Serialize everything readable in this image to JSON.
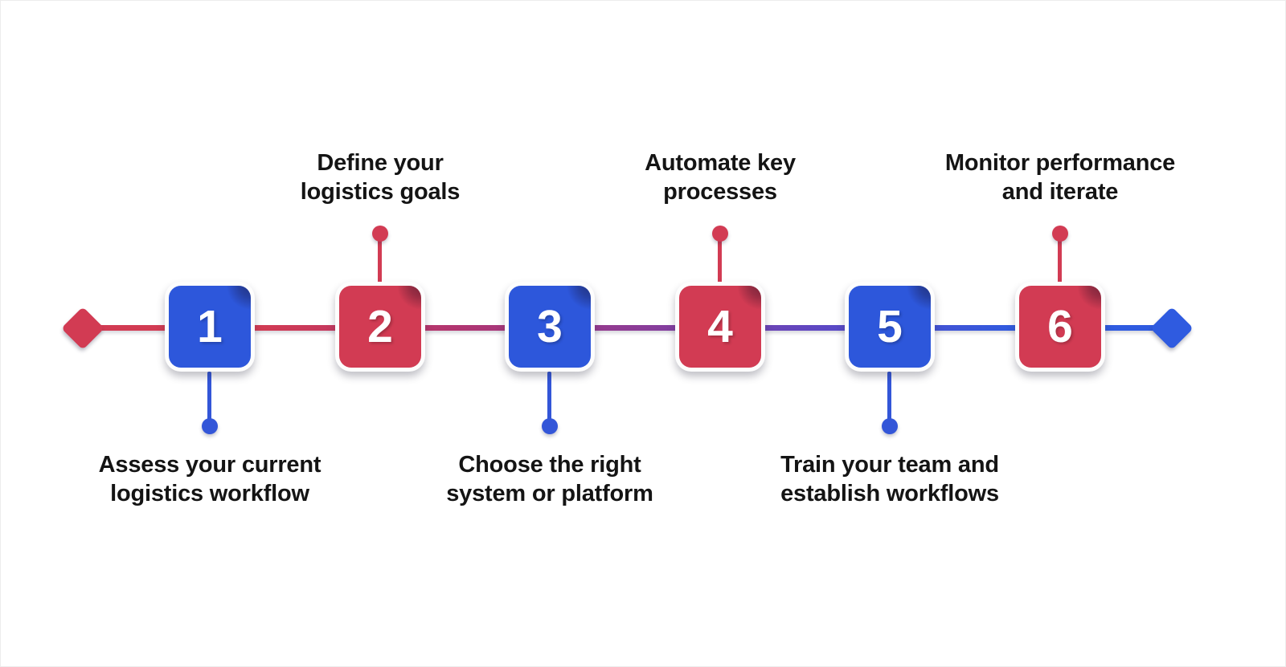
{
  "canvas": {
    "background": "#ffffff",
    "type": "process-timeline-infographic"
  },
  "timeline": {
    "start_marker": "diamond",
    "end_marker": "diamond",
    "start_color": "#d23b53",
    "end_color": "#2f5be0",
    "line_gradient": [
      "#d23b53",
      "#8e3c95",
      "#2f5be0"
    ]
  },
  "colors": {
    "step_blue": "#2d57db",
    "step_red": "#d23b53",
    "label_text": "#141414"
  },
  "steps": [
    {
      "number": "1",
      "color": "blue",
      "label_position": "below",
      "label_line1": "Assess your current",
      "label_line2": "logistics workflow"
    },
    {
      "number": "2",
      "color": "red",
      "label_position": "above",
      "label_line1": "Define your",
      "label_line2": "logistics goals"
    },
    {
      "number": "3",
      "color": "blue",
      "label_position": "below",
      "label_line1": "Choose the right",
      "label_line2": "system or platform"
    },
    {
      "number": "4",
      "color": "red",
      "label_position": "above",
      "label_line1": "Automate key",
      "label_line2": "processes"
    },
    {
      "number": "5",
      "color": "blue",
      "label_position": "below",
      "label_line1": "Train your team and",
      "label_line2": "establish workflows"
    },
    {
      "number": "6",
      "color": "red",
      "label_position": "above",
      "label_line1": "Monitor performance",
      "label_line2": "and iterate"
    }
  ]
}
